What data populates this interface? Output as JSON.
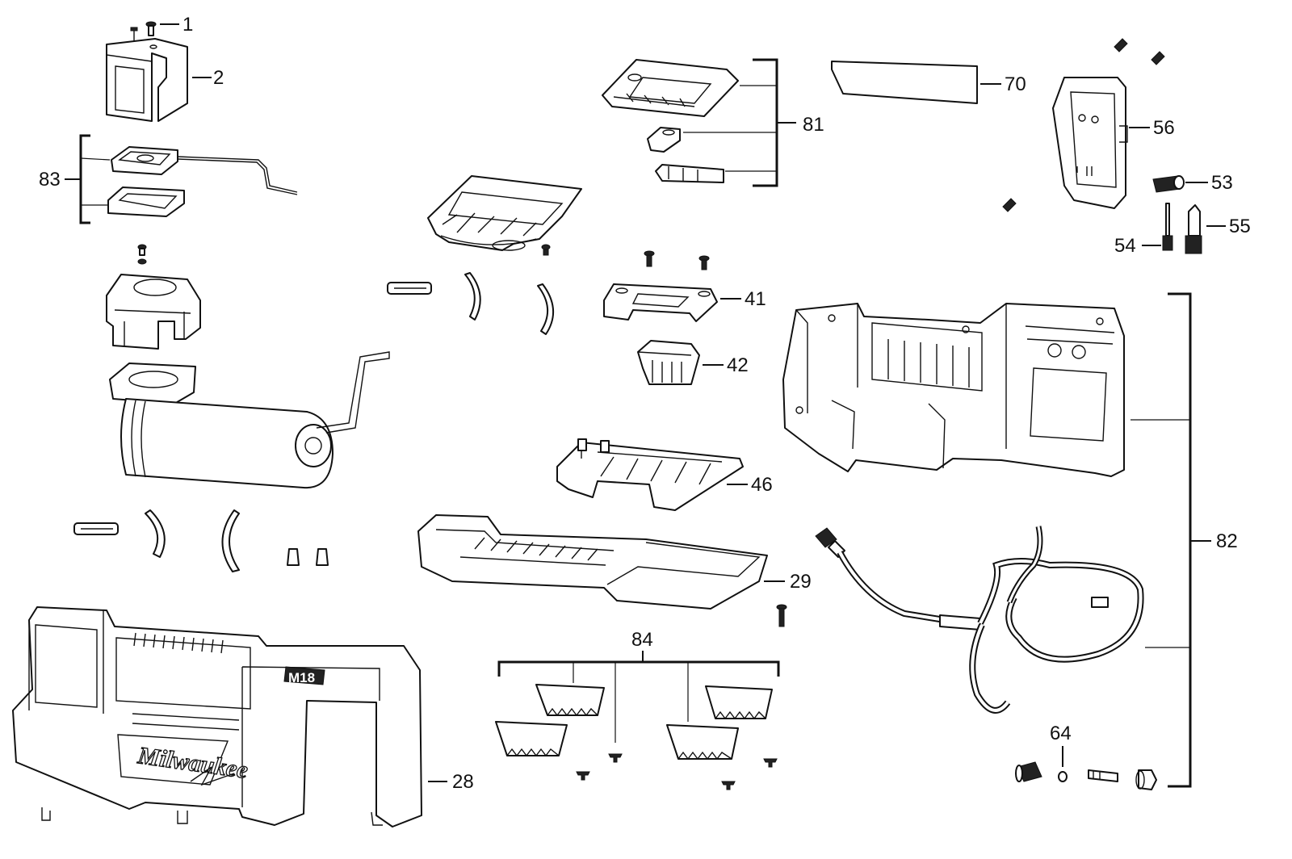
{
  "diagram": {
    "callouts": {
      "c1": "1",
      "c2": "2",
      "c83": "83",
      "c81": "81",
      "c70": "70",
      "c56": "56",
      "c53": "53",
      "c55": "55",
      "c54": "54",
      "c41": "41",
      "c42": "42",
      "c46": "46",
      "c82": "82",
      "c29": "29",
      "c84": "84",
      "c64": "64",
      "c28": "28"
    },
    "brand_text": "Milwaukee",
    "model_text": "M18"
  }
}
